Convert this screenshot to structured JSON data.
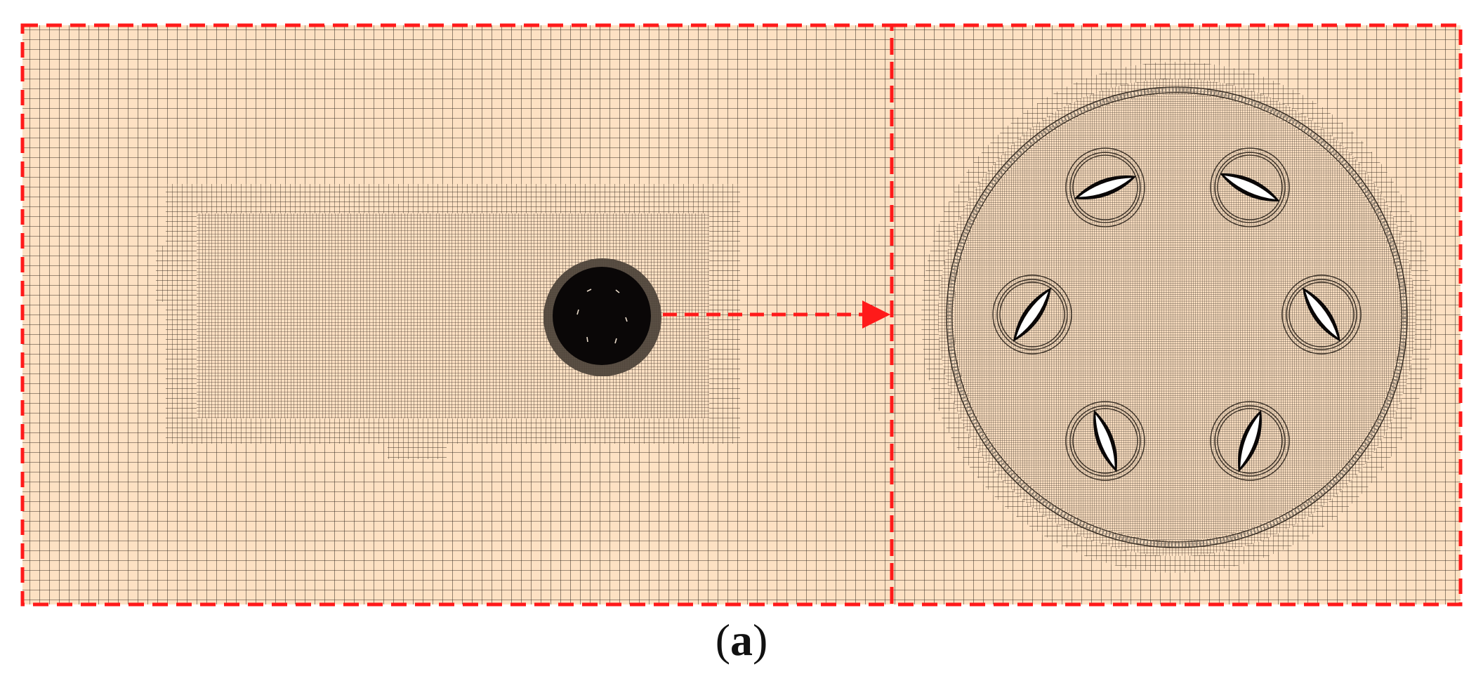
{
  "figure": {
    "caption_open": "(",
    "caption_letter": "a",
    "caption_close": ")",
    "colors": {
      "mesh_background": "#fde1c3",
      "mesh_line": "#3a3026",
      "dense_mesh": "#7d7366",
      "solid_core": "#0a0707",
      "blade_fill": "#ffffff",
      "highlight_frame": "#ff1a1a"
    },
    "left_panel": {
      "description_name": "full-computational-domain",
      "refinement_levels": 3
    },
    "right_panel": {
      "description_name": "rotor-zone-zoom",
      "blade_count": 6
    }
  }
}
